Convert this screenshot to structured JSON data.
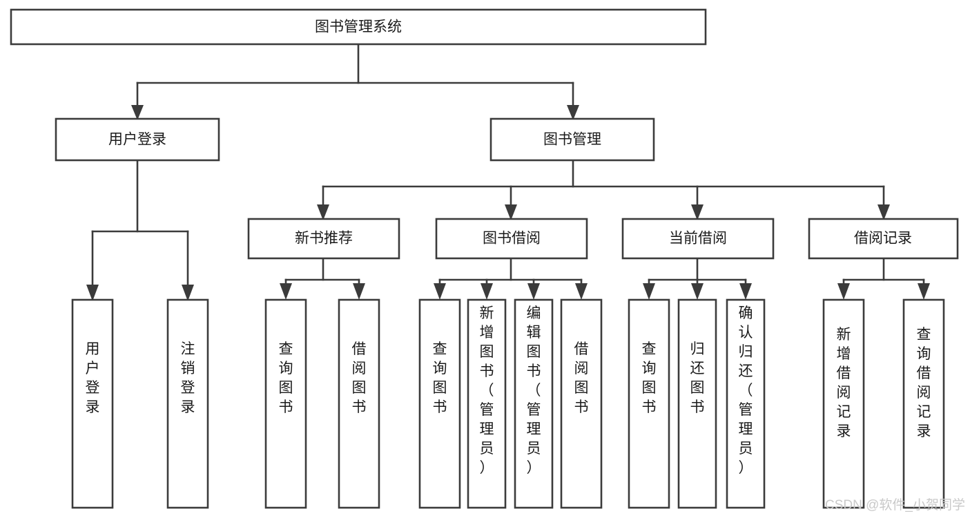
{
  "diagram": {
    "title": "图书管理系统",
    "orientation": "top-down",
    "levels": 4,
    "root": {
      "label": "图书管理系统"
    },
    "level2": [
      {
        "label": "用户登录"
      },
      {
        "label": "图书管理"
      }
    ],
    "level3": [
      {
        "label": "新书推荐"
      },
      {
        "label": "图书借阅"
      },
      {
        "label": "当前借阅"
      },
      {
        "label": "借阅记录"
      }
    ],
    "leaves_user_login": [
      {
        "label": "用户登录"
      },
      {
        "label": "注销登录"
      }
    ],
    "leaves_new_book": [
      {
        "label": "查询图书"
      },
      {
        "label": "借阅图书"
      }
    ],
    "leaves_borrow": [
      {
        "label": "查询图书"
      },
      {
        "label": "新增图书（管理员）"
      },
      {
        "label": "编辑图书（管理员）"
      },
      {
        "label": "借阅图书"
      }
    ],
    "leaves_current": [
      {
        "label": "查询图书"
      },
      {
        "label": "归还图书"
      },
      {
        "label": "确认归还（管理员）"
      }
    ],
    "leaves_records": [
      {
        "label": "新增借阅记录"
      },
      {
        "label": "查询借阅记录"
      }
    ]
  },
  "watermark": {
    "text": "CSDN @软件_小贺同学"
  },
  "colors": {
    "box_stroke": "#3b3b3b",
    "box_fill": "#ffffff",
    "text": "#1a1a1a",
    "canvas": "#ffffff",
    "watermark": "#c9c9c9"
  }
}
